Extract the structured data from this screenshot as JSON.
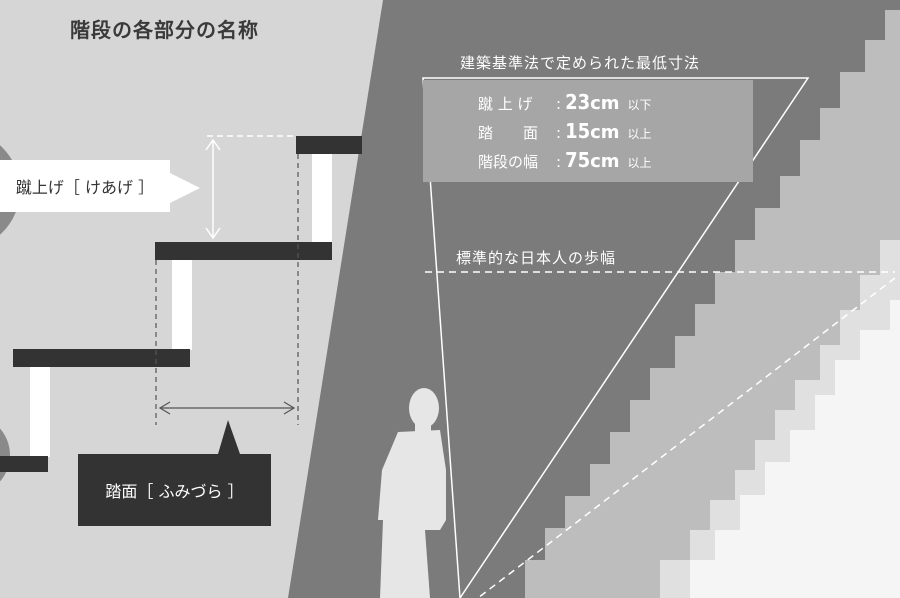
{
  "title": "階段の各部分の名称",
  "riser_callout": "蹴上げ［ けあげ ］",
  "tread_callout": "踏面［ ふみづら ］",
  "legal": {
    "heading": "建築基準法で定められた最低寸法",
    "rows": [
      {
        "label": "蹴 上 げ",
        "value": "23",
        "unit": "cm",
        "suffix": "以下"
      },
      {
        "label": "踏　　面",
        "value": "15",
        "unit": "cm",
        "suffix": "以上"
      },
      {
        "label": "階段の幅",
        "value": "75",
        "unit": "cm",
        "suffix": "以上"
      }
    ]
  },
  "stride_label": "標準的な日本人の歩幅",
  "colors": {
    "background": "#d6d6d6",
    "stair_wall": "#7b7b7b",
    "stairs_light": "#bdbdbd",
    "stairs_lighter": "#e0e0e0",
    "stairs_white": "#f5f5f5",
    "tread": "#333333",
    "legal_box": "#a6a6a6"
  }
}
